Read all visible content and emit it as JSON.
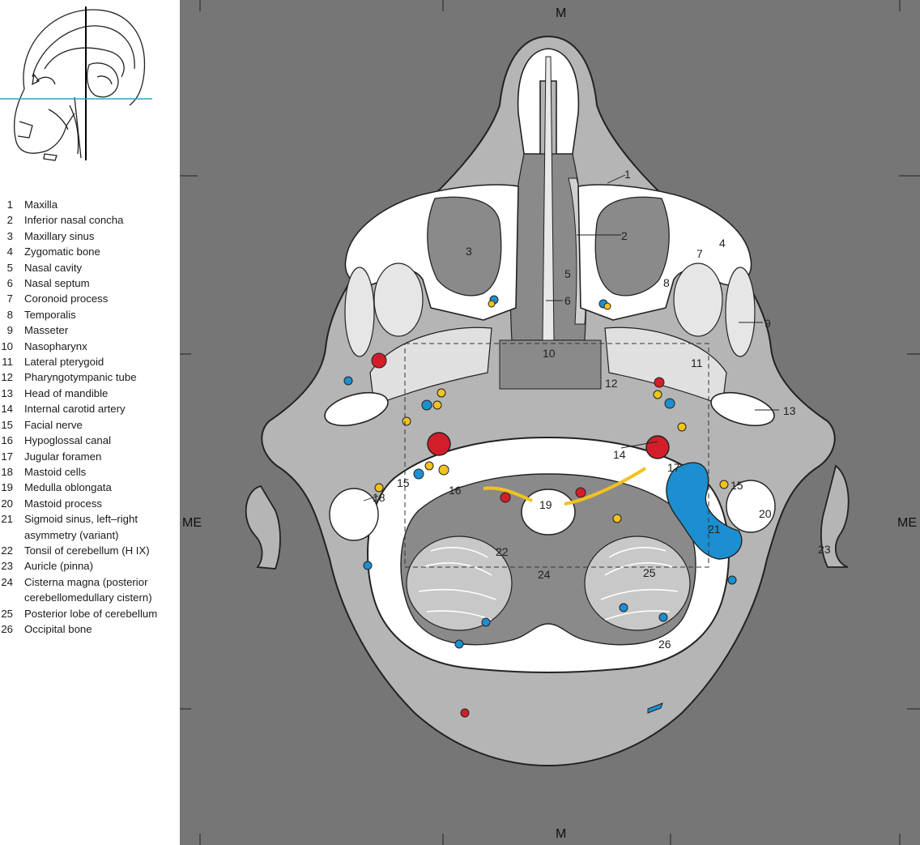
{
  "legend": [
    {
      "num": "1",
      "label": "Maxilla"
    },
    {
      "num": "2",
      "label": "Inferior nasal concha"
    },
    {
      "num": "3",
      "label": "Maxillary sinus"
    },
    {
      "num": "4",
      "label": "Zygomatic bone"
    },
    {
      "num": "5",
      "label": "Nasal cavity"
    },
    {
      "num": "6",
      "label": "Nasal septum"
    },
    {
      "num": "7",
      "label": "Coronoid process"
    },
    {
      "num": "8",
      "label": "Temporalis"
    },
    {
      "num": "9",
      "label": "Masseter"
    },
    {
      "num": "10",
      "label": "Nasopharynx"
    },
    {
      "num": "11",
      "label": "Lateral pterygoid"
    },
    {
      "num": "12",
      "label": "Pharyngotympanic tube"
    },
    {
      "num": "13",
      "label": "Head of mandible"
    },
    {
      "num": "14",
      "label": "Internal carotid artery"
    },
    {
      "num": "15",
      "label": "Facial nerve"
    },
    {
      "num": "16",
      "label": "Hypoglossal canal"
    },
    {
      "num": "17",
      "label": "Jugular foramen"
    },
    {
      "num": "18",
      "label": "Mastoid cells"
    },
    {
      "num": "19",
      "label": "Medulla oblongata"
    },
    {
      "num": "20",
      "label": "Mastoid process"
    },
    {
      "num": "21",
      "label": "Sigmoid sinus, left–right"
    },
    {
      "num": "",
      "label": "asymmetry (variant)"
    },
    {
      "num": "22",
      "label": "Tonsil of cerebellum (H IX)"
    },
    {
      "num": "23",
      "label": "Auricle (pinna)"
    },
    {
      "num": "24",
      "label": "Cisterna magna (posterior"
    },
    {
      "num": "",
      "label": "cerebellomedullary cistern)"
    },
    {
      "num": "25",
      "label": "Posterior lobe of cerebellum"
    },
    {
      "num": "26",
      "label": "Occipital bone"
    }
  ],
  "axes": {
    "top": "M",
    "bottom": "M",
    "left": "ME",
    "right": "ME"
  },
  "callouts": [
    "1",
    "2",
    "3",
    "4",
    "5",
    "6",
    "7",
    "8",
    "9",
    "10",
    "11",
    "12",
    "13",
    "14",
    "15",
    "15",
    "16",
    "17",
    "18",
    "19",
    "20",
    "21",
    "22",
    "23",
    "24",
    "25",
    "26"
  ],
  "colors": {
    "background": "#767676",
    "soft_tissue": "#b5b5b5",
    "bone": "#ffffff",
    "airway": "#8a8a8a",
    "artery": "#d21e2a",
    "vein": "#1c8fd0",
    "nerve": "#f2c21d"
  }
}
